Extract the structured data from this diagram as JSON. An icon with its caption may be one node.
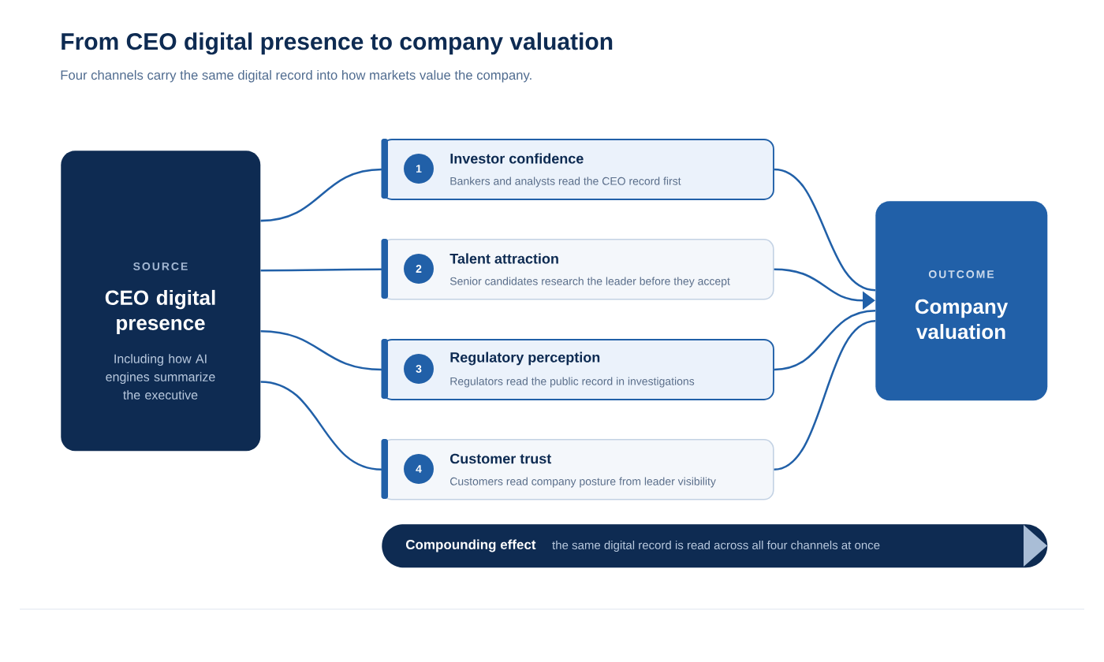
{
  "diagram": {
    "title": "From CEO digital presence to company valuation",
    "nodes": [
      {
        "text": [
          "SOURCE",
          "CEO digital presence",
          "Including how AI engines summarize the executive"
        ]
      },
      {
        "text": [
          "Investor confidence",
          "Bankers and analysts read the CEO record first"
        ]
      },
      {
        "text": [
          "1"
        ],
        "in": 1
      },
      {
        "text": [
          "Talent attraction",
          "Senior candidates research the leader before they accept"
        ]
      },
      {
        "text": [
          "2"
        ],
        "in": 3
      },
      {
        "text": [
          "Regulatory perception",
          "Regulators read the public record in investigations"
        ]
      },
      {
        "text": [
          "3"
        ],
        "in": 5
      },
      {
        "text": [
          "Customer trust",
          "Customers read company posture from leader visibility"
        ]
      },
      {
        "text": [
          "4"
        ],
        "in": 7
      },
      {
        "text": [
          "OUTCOME",
          "Company valuation"
        ]
      },
      {
        "text": [
          "Compounding effect",
          "the same digital record is read across all four channels at once"
        ]
      }
    ],
    "edges": [
      {
        "from": 0,
        "to": 1,
        "arrow": "none"
      },
      {
        "from": 0,
        "to": 3,
        "arrow": "none"
      },
      {
        "from": 0,
        "to": 5,
        "arrow": "none"
      },
      {
        "from": 0,
        "to": 7,
        "arrow": "none"
      },
      {
        "from": 1,
        "to": 9,
        "arrow": "none"
      },
      {
        "from": 3,
        "to": 9,
        "arrow": "to"
      },
      {
        "from": 5,
        "to": 9,
        "arrow": "none"
      },
      {
        "from": 7,
        "to": 9,
        "arrow": "none"
      }
    ],
    "labels": [
      "Four channels carry the same digital record into how markets value the company."
    ]
  }
}
